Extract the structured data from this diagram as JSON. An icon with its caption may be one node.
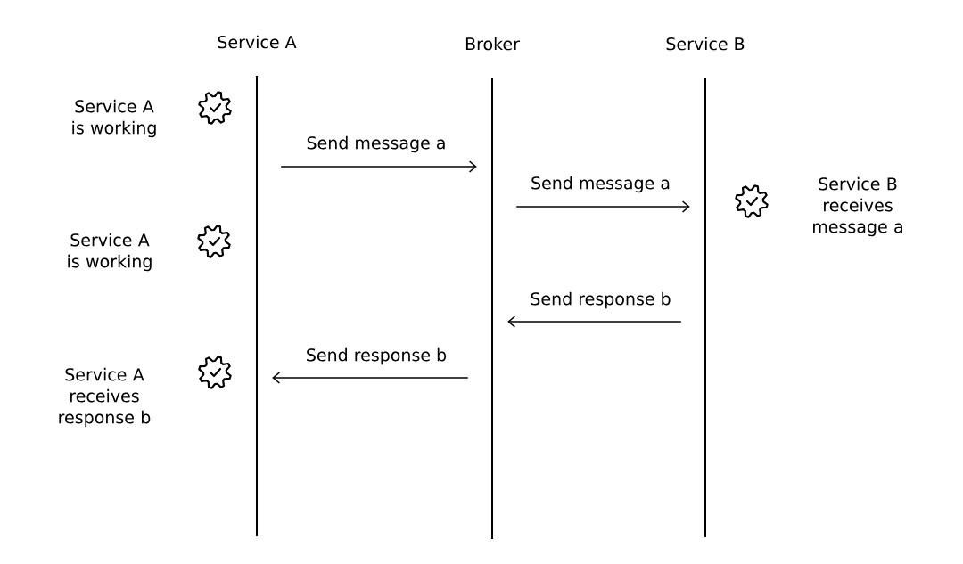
{
  "diagram": {
    "nodes": [
      {
        "text": [
          "Service A"
        ]
      },
      {
        "text": [
          "Broker"
        ]
      },
      {
        "text": [
          "Service B"
        ]
      }
    ],
    "edges": [
      {
        "from": 0,
        "to": 1,
        "arrow": "to",
        "label": "Send message a"
      },
      {
        "from": 1,
        "to": 2,
        "arrow": "to",
        "label": "Send message a"
      },
      {
        "from": 2,
        "to": 1,
        "arrow": "to",
        "label": "Send response b"
      },
      {
        "from": 1,
        "to": 0,
        "arrow": "to",
        "label": "Send response b"
      }
    ],
    "labels": [
      "Service A is working",
      "Service B receives message a",
      "Service A is working",
      "Service A receives response b"
    ]
  }
}
